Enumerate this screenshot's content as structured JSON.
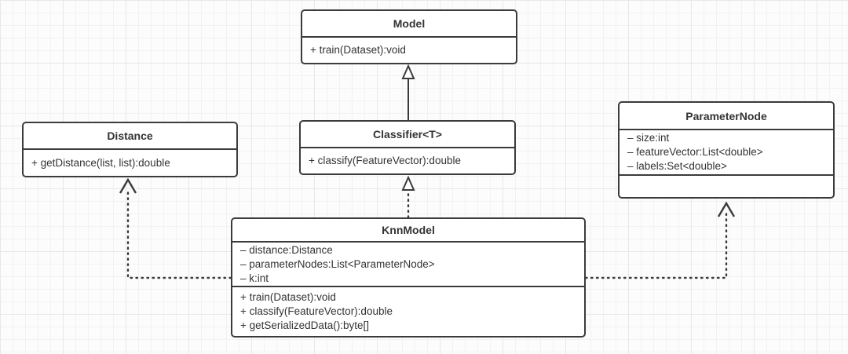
{
  "diagram": {
    "type": "uml-class-diagram",
    "colors": {
      "box_border": "#3b3b3b",
      "box_fill": "#ffffff",
      "text": "#333333",
      "grid_line": "#e8e8e8",
      "background": "#fcfcfc"
    },
    "classes": {
      "model": {
        "title": "Model",
        "methods": [
          "+ train(Dataset):void"
        ]
      },
      "classifier": {
        "title": "Classifier<T>",
        "methods": [
          "+ classify(FeatureVector):double"
        ]
      },
      "distance": {
        "title": "Distance",
        "methods": [
          "+ getDistance(list, list):double"
        ]
      },
      "parameter_node": {
        "title": "ParameterNode",
        "attributes": [
          "– size:int",
          "– featureVector:List<double>",
          "– labels:Set<double>"
        ]
      },
      "knn_model": {
        "title": "KnnModel",
        "attributes": [
          "– distance:Distance",
          "– parameterNodes:List<ParameterNode>",
          "– k:int"
        ],
        "methods": [
          "+ train(Dataset):void",
          "+ classify(FeatureVector):double",
          "+ getSerializedData():byte[]"
        ]
      }
    },
    "relationships": [
      {
        "from": "Classifier<T>",
        "to": "Model",
        "type": "generalization",
        "line": "solid",
        "arrowhead": "hollow-triangle"
      },
      {
        "from": "KnnModel",
        "to": "Classifier<T>",
        "type": "realization",
        "line": "dotted",
        "arrowhead": "hollow-triangle"
      },
      {
        "from": "KnnModel",
        "to": "Distance",
        "type": "dependency",
        "line": "dotted",
        "arrowhead": "open"
      },
      {
        "from": "KnnModel",
        "to": "ParameterNode",
        "type": "dependency",
        "line": "dotted",
        "arrowhead": "open"
      }
    ]
  }
}
